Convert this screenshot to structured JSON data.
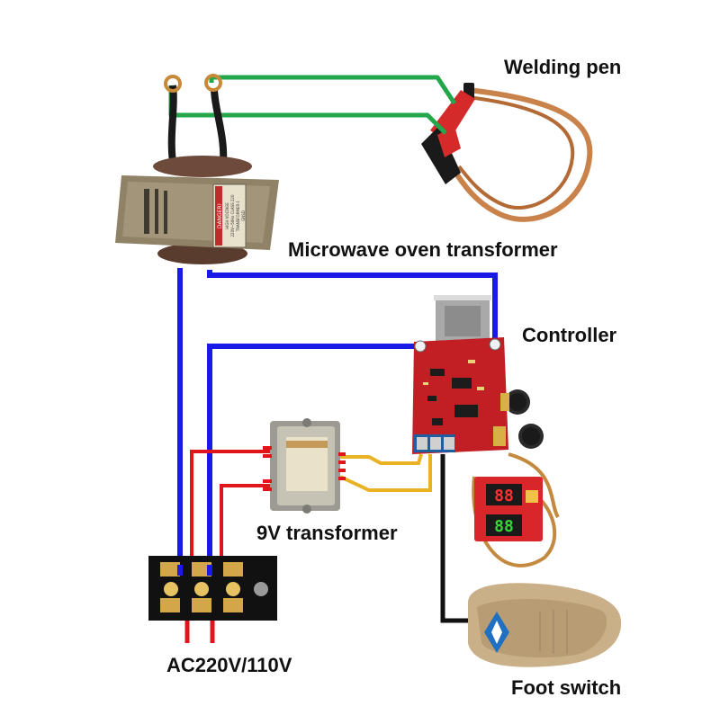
{
  "labels": {
    "welding_pen": "Welding pen",
    "microwave_transformer": "Microwave oven transformer",
    "controller": "Controller",
    "nine_v_transformer": "9V transformer",
    "mains": "AC220V/110V",
    "foot_switch": "Foot switch"
  },
  "transformer_plate": {
    "warning": "DANGER!",
    "line1": "HIGH VOLTAGE",
    "line2": "220V~50Hz CLASS 220",
    "line3": "TRANSFORMER-1",
    "line4": "GNSD"
  },
  "display": {
    "top_digits": "88",
    "bottom_digits": "88"
  },
  "colors": {
    "mains_wire": "#1a1ae6",
    "secondary_wire": "#22a84a",
    "power_leads": "#e0151c",
    "low_voltage_wire": "#e8b224",
    "controller_board": "#c21f24",
    "foot_switch": "#c9b089",
    "display_board": "#d8262b"
  }
}
